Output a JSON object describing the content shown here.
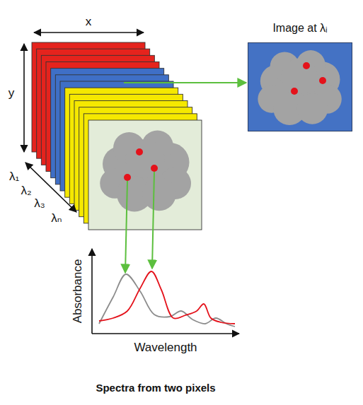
{
  "diagram": {
    "caption": "Spectra from two pixels",
    "nodes": [
      {
        "text": [
          "Image at λᵢ"
        ]
      }
    ],
    "labels": [
      "x",
      "y",
      "λ₁",
      "λ₂",
      "λ₃",
      "λₙ",
      "Absorbance",
      "Wavelength"
    ]
  }
}
